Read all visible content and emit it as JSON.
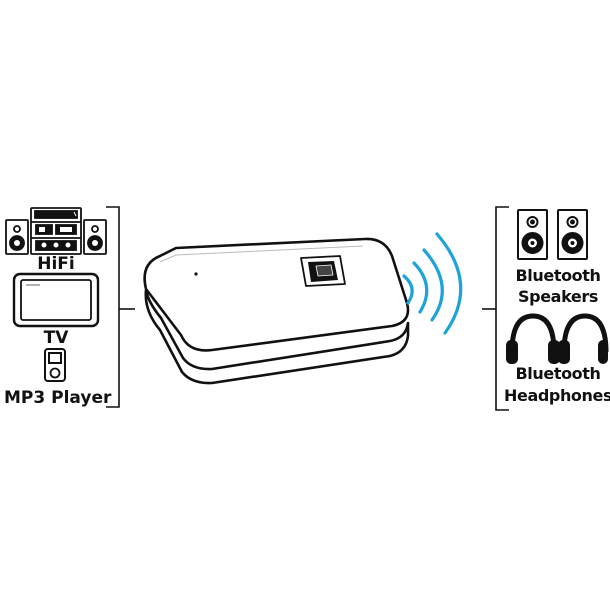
{
  "sources": {
    "hifi": "HiFi",
    "tv": "TV",
    "mp3": "MP3 Player"
  },
  "outputs": {
    "speakers_line1": "Bluetooth",
    "speakers_line2": "Speakers",
    "headphones_line1": "Bluetooth",
    "headphones_line2": "Headphones"
  },
  "colors": {
    "line": "#111111",
    "signal": "#1ea3d8",
    "background": "#ffffff"
  },
  "icons": {
    "hifi": "hifi-system-icon",
    "tv": "tv-icon",
    "mp3": "mp3-player-icon",
    "transmitter": "bluetooth-transmitter-device",
    "signal": "wireless-signal-icon",
    "speaker": "speaker-icon",
    "headphones": "headphones-icon"
  }
}
